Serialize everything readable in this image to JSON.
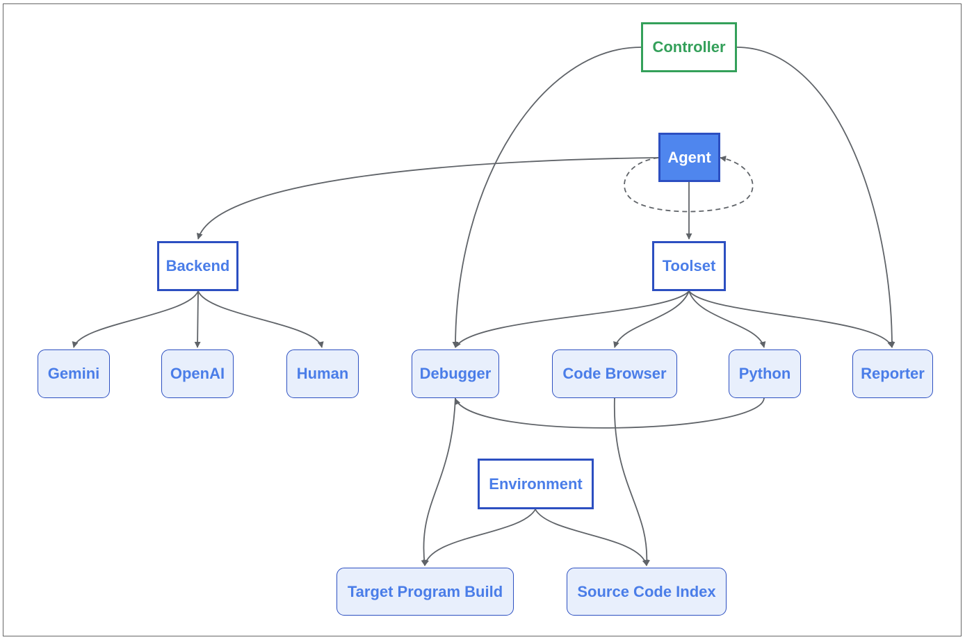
{
  "diagram": {
    "colors": {
      "module_border": "#2c4fc1",
      "module_text": "#4a7de8",
      "agent_fill": "#4f86ee",
      "leaf_fill": "#e8effc",
      "controller": "#34a05a",
      "edge": "#5f6368"
    },
    "nodes": {
      "controller": "Controller",
      "agent": "Agent",
      "backend": "Backend",
      "toolset": "Toolset",
      "gemini": "Gemini",
      "openai": "OpenAI",
      "human": "Human",
      "debugger": "Debugger",
      "code_browser": "Code Browser",
      "python": "Python",
      "reporter": "Reporter",
      "environment": "Environment",
      "target_program_build": "Target Program Build",
      "source_code_index": "Source Code Index"
    },
    "edges": [
      {
        "from": "Controller",
        "to": "Debugger"
      },
      {
        "from": "Controller",
        "to": "Reporter"
      },
      {
        "from": "Agent",
        "to": "Backend"
      },
      {
        "from": "Agent",
        "to": "Toolset"
      },
      {
        "from": "Agent",
        "to": "Agent",
        "style": "dashed"
      },
      {
        "from": "Backend",
        "to": "Gemini"
      },
      {
        "from": "Backend",
        "to": "OpenAI"
      },
      {
        "from": "Backend",
        "to": "Human"
      },
      {
        "from": "Toolset",
        "to": "Debugger"
      },
      {
        "from": "Toolset",
        "to": "Code Browser"
      },
      {
        "from": "Toolset",
        "to": "Python"
      },
      {
        "from": "Toolset",
        "to": "Reporter"
      },
      {
        "from": "Python",
        "to": "Debugger"
      },
      {
        "from": "Debugger",
        "to": "Target Program Build"
      },
      {
        "from": "Code Browser",
        "to": "Source Code Index"
      },
      {
        "from": "Environment",
        "to": "Target Program Build"
      },
      {
        "from": "Environment",
        "to": "Source Code Index"
      }
    ]
  }
}
